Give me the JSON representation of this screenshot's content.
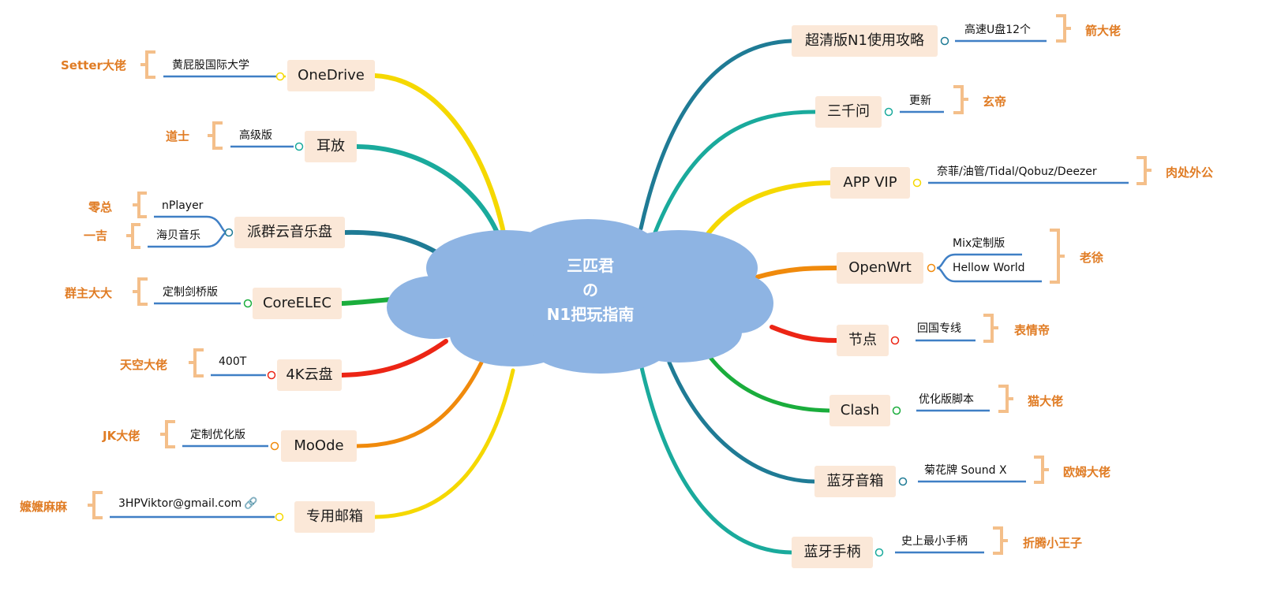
{
  "center": {
    "lines": [
      "三匹君",
      "の",
      "N1把玩指南"
    ],
    "cloud_color": "#8eb4e3"
  },
  "colors": {
    "yellow": "#f5d800",
    "teal": "#1aaa9c",
    "dark_teal": "#1f7b95",
    "green": "#1aad3c",
    "red": "#ec2515",
    "orange": "#f08a0c",
    "subline": "#3f7fc5",
    "credit": "#e07c24",
    "bracket": "#f4bf8a",
    "topic_bg": "#fbe8d8"
  },
  "left_topics": [
    {
      "label": "OneDrive",
      "subs": [
        "黄屁股国际大学"
      ],
      "credit": "Setter大佬",
      "color": "yellow"
    },
    {
      "label": "耳放",
      "subs": [
        "高级版"
      ],
      "credit": "道士",
      "color": "teal"
    },
    {
      "label": "派群云音乐盘",
      "subs": [
        "nPlayer",
        "海贝音乐"
      ],
      "credits": [
        "零总",
        "一吉"
      ],
      "color": "dark_teal"
    },
    {
      "label": "CoreELEC",
      "subs": [
        "定制剑桥版"
      ],
      "credit": "群主大大",
      "color": "green"
    },
    {
      "label": "4K云盘",
      "subs": [
        "400T"
      ],
      "credit": "天空大佬",
      "color": "red"
    },
    {
      "label": "MoOde",
      "subs": [
        "定制优化版"
      ],
      "credit": "JK大佬",
      "color": "orange"
    },
    {
      "label": "专用邮箱",
      "subs": [
        "3HPViktor@gmail.com"
      ],
      "credit": "嬷嬷麻麻",
      "color": "yellow"
    }
  ],
  "right_topics": [
    {
      "label": "超清版N1使用攻略",
      "subs": [
        "高速U盘12个"
      ],
      "credit": "箭大佬",
      "color": "dark_teal"
    },
    {
      "label": "三千问",
      "subs": [
        "更新"
      ],
      "credit": "玄帝",
      "color": "teal"
    },
    {
      "label": "APP VIP",
      "subs": [
        "奈菲/油管/Tidal/Qobuz/Deezer"
      ],
      "credit": "肉处外公",
      "color": "yellow"
    },
    {
      "label": "OpenWrt",
      "subs": [
        "Mix定制版",
        "Hellow World"
      ],
      "credit": "老徐",
      "color": "orange"
    },
    {
      "label": "节点",
      "subs": [
        "回国专线"
      ],
      "credit": "表情帝",
      "color": "red"
    },
    {
      "label": "Clash",
      "subs": [
        "优化版脚本"
      ],
      "credit": "猫大佬",
      "color": "green"
    },
    {
      "label": "蓝牙音箱",
      "subs": [
        "菊花牌 Sound X"
      ],
      "credit": "欧姆大佬",
      "color": "dark_teal"
    },
    {
      "label": "蓝牙手柄",
      "subs": [
        "史上最小手柄"
      ],
      "credit": "折腾小王子",
      "color": "teal"
    }
  ],
  "icons": {
    "email_link": "link-icon",
    "collapse": "collapse-circle-icon"
  }
}
